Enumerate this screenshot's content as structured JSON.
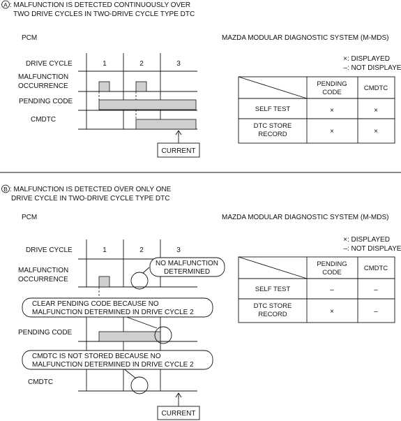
{
  "section_a": {
    "marker": "A",
    "title_line1": ": MALFUNCTION IS DETECTED CONTINUOUSLY OVER",
    "title_line2": "TWO DRIVE CYCLES IN TWO-DRIVE CYCLE TYPE DTC",
    "pcm_label": "PCM",
    "tool_label": "MAZDA MODULAR DIAGNOSTIC SYSTEM (M-MDS)",
    "drive_cycle_label": "DRIVE CYCLE",
    "cycles": [
      "1",
      "2",
      "3"
    ],
    "malfunction_line1": "MALFUNCTION",
    "malfunction_line2": "OCCURRENCE",
    "pending_label": "PENDING CODE",
    "cmdtc_label": "CMDTC",
    "current_label": "CURRENT",
    "legend_displayed": ": DISPLAYED",
    "legend_not_displayed": ": NOT DISPLAYED",
    "legend_x_symbol": "×",
    "legend_dash_symbol": "–",
    "table": {
      "header_pending_line1": "PENDING",
      "header_pending_line2": "CODE",
      "header_cmdtc": "CMDTC",
      "rows": [
        {
          "label_line1": "SELF TEST",
          "label_line2": "",
          "pending": "×",
          "cmdtc": "×"
        },
        {
          "label_line1": "DTC STORE",
          "label_line2": "RECORD",
          "pending": "×",
          "cmdtc": "×"
        }
      ]
    }
  },
  "section_b": {
    "marker": "B",
    "title_line1": ": MALFUNCTION IS DETECTED OVER ONLY ONE",
    "title_line2": "DRIVE CYCLE IN TWO-DRIVE CYCLE TYPE DTC",
    "pcm_label": "PCM",
    "tool_label": "MAZDA MODULAR DIAGNOSTIC SYSTEM (M-MDS)",
    "drive_cycle_label": "DRIVE CYCLE",
    "cycles": [
      "1",
      "2",
      "3"
    ],
    "malfunction_line1": "MALFUNCTION",
    "malfunction_line2": "OCCURRENCE",
    "pending_label": "PENDING CODE",
    "cmdtc_label": "CMDTC",
    "current_label": "CURRENT",
    "callout_no_malf_line1": "NO MALFUNCTION",
    "callout_no_malf_line2": "DETERMINED",
    "callout_clear_line1": "CLEAR PENDING CODE BECAUSE NO",
    "callout_clear_line2": "MALFUNCTION DETERMINED IN DRIVE CYCLE 2",
    "callout_cmdtc_line1": "CMDTC IS NOT STORED BECAUSE NO",
    "callout_cmdtc_line2": "MALFUNCTION DETERMINED IN DRIVE CYCLE 2",
    "legend_displayed": ": DISPLAYED",
    "legend_not_displayed": ": NOT DISPLAYED",
    "legend_x_symbol": "×",
    "legend_dash_symbol": "–",
    "table": {
      "header_pending_line1": "PENDING",
      "header_pending_line2": "CODE",
      "header_cmdtc": "CMDTC",
      "rows": [
        {
          "label_line1": "SELF TEST",
          "label_line2": "",
          "pending": "–",
          "cmdtc": "–"
        },
        {
          "label_line1": "DTC STORE",
          "label_line2": "RECORD",
          "pending": "×",
          "cmdtc": "–"
        }
      ]
    }
  }
}
